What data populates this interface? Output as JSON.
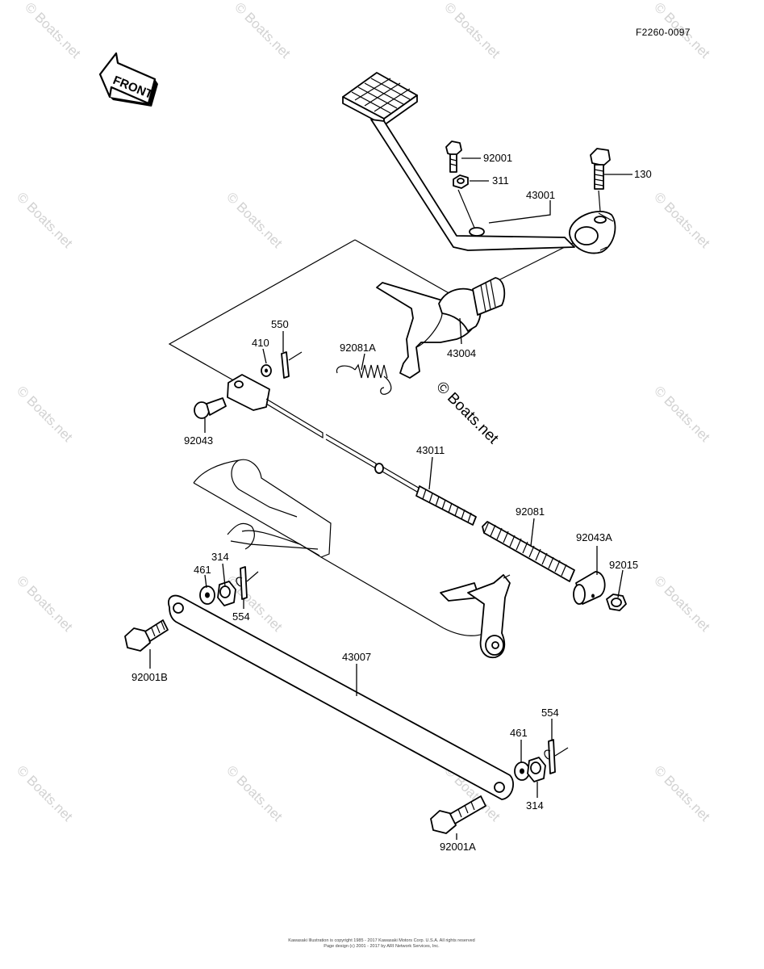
{
  "diagram_id": "F2260-0097",
  "front_label": "FRONT",
  "watermark": "© Boats.net",
  "footer": {
    "line1": "Kawasaki Illustration is copyright 1985 - 2017 Kawasaki Motors Corp. U.S.A. All rights reserved",
    "line2": "Page design (c) 2001 - 2017 by ARI Network Services, Inc."
  },
  "parts": [
    {
      "id": "p-92001",
      "number": "92001"
    },
    {
      "id": "p-130",
      "number": "130"
    },
    {
      "id": "p-311",
      "number": "311"
    },
    {
      "id": "p-43001",
      "number": "43001"
    },
    {
      "id": "p-550",
      "number": "550"
    },
    {
      "id": "p-410",
      "number": "410"
    },
    {
      "id": "p-92081A",
      "number": "92081A"
    },
    {
      "id": "p-43004",
      "number": "43004"
    },
    {
      "id": "p-92043",
      "number": "92043"
    },
    {
      "id": "p-43011",
      "number": "43011"
    },
    {
      "id": "p-92081",
      "number": "92081"
    },
    {
      "id": "p-92043A",
      "number": "92043A"
    },
    {
      "id": "p-92015",
      "number": "92015"
    },
    {
      "id": "p-314-a",
      "number": "314"
    },
    {
      "id": "p-461-a",
      "number": "461"
    },
    {
      "id": "p-554-a",
      "number": "554"
    },
    {
      "id": "p-92001B",
      "number": "92001B"
    },
    {
      "id": "p-43007",
      "number": "43007"
    },
    {
      "id": "p-554-b",
      "number": "554"
    },
    {
      "id": "p-461-b",
      "number": "461"
    },
    {
      "id": "p-314-b",
      "number": "314"
    },
    {
      "id": "p-92001A",
      "number": "92001A"
    }
  ]
}
